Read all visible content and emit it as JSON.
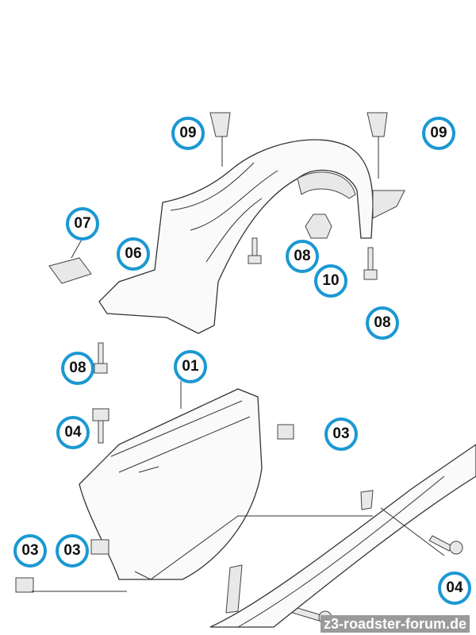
{
  "diagram": {
    "callouts": [
      "09",
      "09",
      "07",
      "06",
      "08",
      "10",
      "08",
      "08",
      "01",
      "04",
      "03",
      "03",
      "03",
      "04"
    ],
    "watermark": "z3-roadster-forum.de"
  },
  "colors": {
    "callout_ring": "#1b98d3"
  }
}
